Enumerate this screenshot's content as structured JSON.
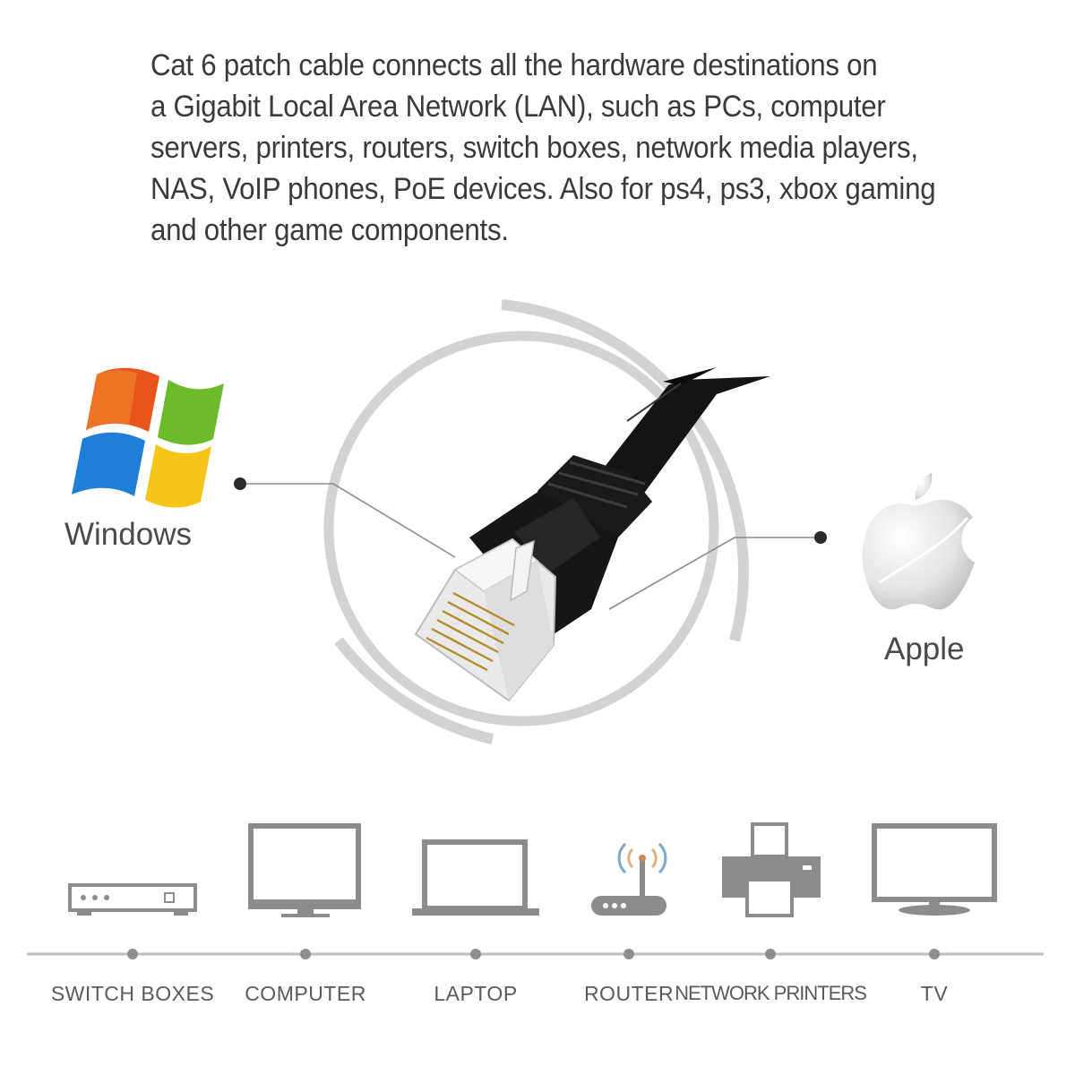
{
  "intro_lines": [
    "Cat 6 patch cable connects all the hardware destinations on",
    "a Gigabit Local Area Network (LAN), such as PCs, computer",
    "servers, printers, routers, switch boxes, network media players,",
    "NAS, VoIP phones, PoE devices.  Also for ps4, ps3, xbox gaming",
    "and other game components."
  ],
  "os": {
    "windows_label": "Windows",
    "apple_label": "Apple"
  },
  "devices": [
    {
      "label": "SWITCH BOXES",
      "icon": "switch-box-icon"
    },
    {
      "label": "COMPUTER",
      "icon": "monitor-icon"
    },
    {
      "label": "LAPTOP",
      "icon": "laptop-icon"
    },
    {
      "label": "ROUTER",
      "icon": "router-icon"
    },
    {
      "label": "NETWORK PRINTERS",
      "icon": "printer-icon"
    },
    {
      "label": "TV",
      "icon": "tv-icon"
    }
  ],
  "colors": {
    "text": "#3a3a3a",
    "icon_gray": "#8c8c8c",
    "ring_gray": "#d2d2d2",
    "cable_black": "#111111"
  }
}
